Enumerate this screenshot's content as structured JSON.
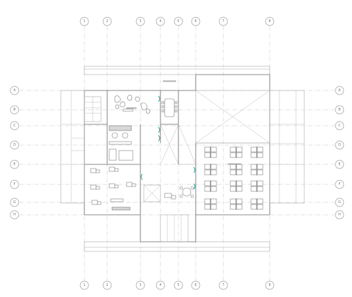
{
  "drawing": {
    "column_labels_top": [
      "1",
      "2",
      "3",
      "4",
      "5",
      "6",
      "7",
      "8"
    ],
    "column_labels_bottom": [
      "1",
      "2",
      "3",
      "4",
      "5",
      "6",
      "7",
      "8"
    ],
    "row_labels_left": [
      "A",
      "B",
      "C",
      "D",
      "E",
      "F",
      "G",
      "H"
    ],
    "row_labels_right": [
      "A",
      "B",
      "C",
      "D",
      "E",
      "F",
      "G",
      "H"
    ]
  },
  "colors": {
    "line": "#8a8a8a",
    "grid": "#c4c4c4",
    "door_accent": "#3aa9a0",
    "background": "#ffffff"
  }
}
